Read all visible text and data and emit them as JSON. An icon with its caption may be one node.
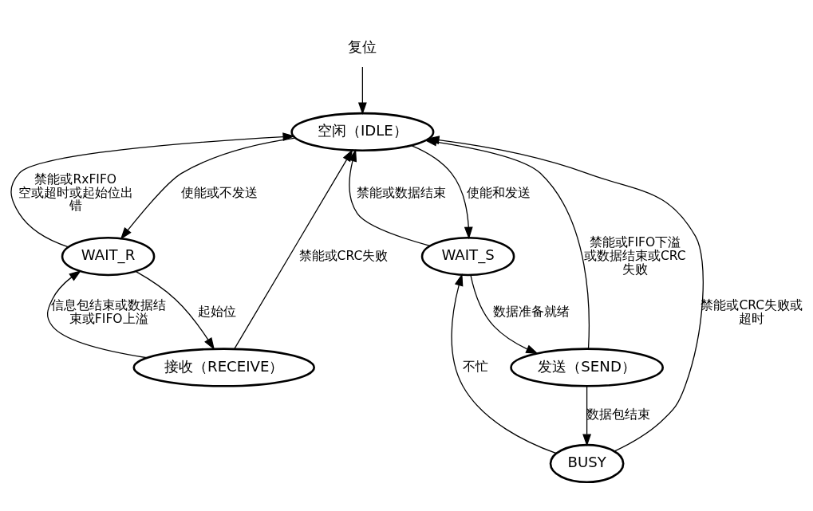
{
  "diagram": {
    "nodes": [
      {
        "text": [
          "复位"
        ]
      },
      {
        "text": [
          "空闲（IDLE）"
        ]
      },
      {
        "text": [
          "BUSY"
        ]
      },
      {
        "text": [
          "WAIT_R"
        ]
      },
      {
        "text": [
          "WAIT_S"
        ]
      },
      {
        "text": [
          "发送（SEND）"
        ]
      },
      {
        "text": [
          "接收（RECEIVE）"
        ]
      }
    ],
    "edges": [
      {
        "from": 0,
        "to": 1,
        "arrow": "to"
      },
      {
        "from": 5,
        "to": 1,
        "arrow": "to",
        "label": "禁能或FIFO下溢或数据结束或CRC失败"
      },
      {
        "from": 2,
        "to": 1,
        "arrow": "to",
        "label": "禁能或CRC失败或超时"
      },
      {
        "from": 4,
        "to": 1,
        "arrow": "to",
        "label": "禁能或数据结束"
      },
      {
        "from": 1,
        "to": 4,
        "arrow": "to",
        "label": "使能和发送"
      },
      {
        "from": 3,
        "to": 1,
        "arrow": "to",
        "label": "禁能或RxFIFO空或超时或起始位出错"
      },
      {
        "from": 1,
        "to": 3,
        "arrow": "to",
        "label": "使能或不发送"
      },
      {
        "from": 6,
        "to": 1,
        "arrow": "to",
        "label": "禁能或CRC失败"
      },
      {
        "from": 2,
        "to": 4,
        "arrow": "to",
        "label": "不忙"
      },
      {
        "from": 5,
        "to": 2,
        "arrow": "to",
        "label": "数据包结束"
      },
      {
        "from": 4,
        "to": 5,
        "arrow": "to",
        "label": "数据准备就绪"
      },
      {
        "from": 3,
        "to": 6,
        "arrow": "to",
        "label": "起始位"
      },
      {
        "from": 6,
        "to": 3,
        "arrow": "to",
        "label": "信息包结束或数据结束或FIFO上溢"
      }
    ]
  }
}
